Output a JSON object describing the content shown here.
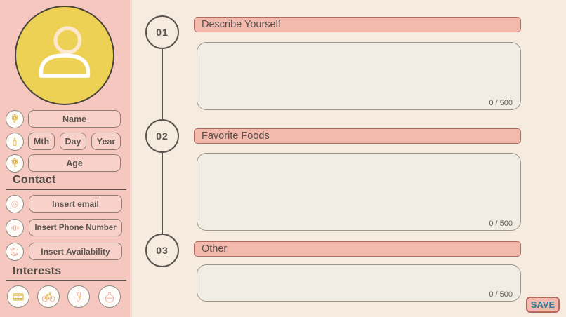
{
  "colors": {
    "sidebar_bg": "#f5c7be",
    "main_bg": "#f5ecdf",
    "header_fill": "#f4b9ad",
    "header_border": "#b06a5f",
    "field_fill": "#f8d2ca",
    "field_border": "#8d7d74",
    "textarea_fill": "#f1ede4",
    "textarea_border": "#9b968c",
    "avatar_fill": "#edd155",
    "body_text": "#55504a",
    "save_text": "#2c7d96"
  },
  "sidebar": {
    "avatar_icon": "person-icon",
    "profile_fields": {
      "name": "Name",
      "month": "Mth",
      "day": "Day",
      "year": "Year",
      "age": "Age"
    },
    "row_icons": [
      "flower-icon",
      "candle-icon",
      "flower-icon"
    ],
    "contact": {
      "heading": "Contact",
      "email": "Insert email",
      "phone": "Insert Phone Number",
      "availability": "Insert Availability",
      "icons": [
        "mail-icon",
        "phone-icon",
        "moon-icon"
      ]
    },
    "interests": {
      "heading": "Interests",
      "icons": [
        "film-icon",
        "bicycle-icon",
        "surfboard-icon",
        "flask-icon"
      ]
    }
  },
  "steps": [
    {
      "number": "01",
      "title": "Describe Yourself",
      "counter": "0 / 500"
    },
    {
      "number": "02",
      "title": "Favorite Foods",
      "counter": "0 / 500"
    },
    {
      "number": "03",
      "title": "Other",
      "counter": "0 / 500"
    }
  ],
  "save_label": "SAVE"
}
